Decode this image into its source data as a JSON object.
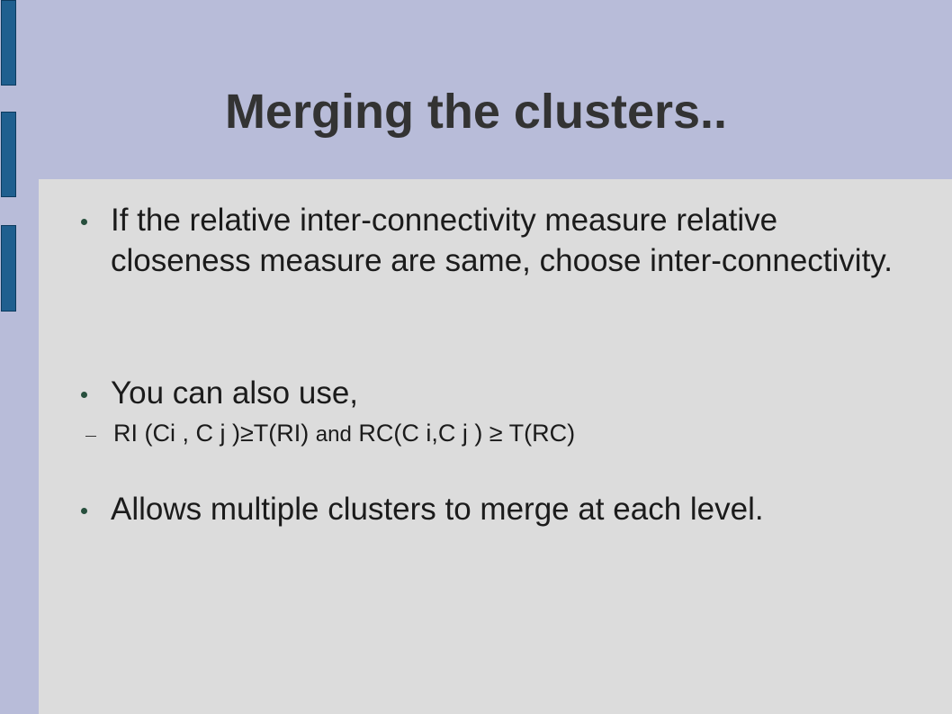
{
  "slide": {
    "title": "Merging the clusters..",
    "bullets": [
      {
        "text": "If the relative inter-connectivity measure relative closeness measure are same, choose inter-connectivity."
      },
      {
        "text": "You can also use,"
      },
      {
        "text": "Allows multiple clusters to merge at each level."
      }
    ],
    "sub_bullet": {
      "part_1": "RI (Ci , C j )≥T(RI) ",
      "part_2": "and",
      "part_3": " RC(C i,C j ) ≥ T(RC)"
    }
  },
  "colors": {
    "header_background": "#b8bcd9",
    "content_background": "#dcdcdc",
    "side_bar": "#1f5f8f",
    "title_text": "#333333",
    "bullet_marker": "#274f3d"
  },
  "icons": {
    "bullet": "round-bullet-icon",
    "sub_bullet": "dash-bullet-icon"
  }
}
